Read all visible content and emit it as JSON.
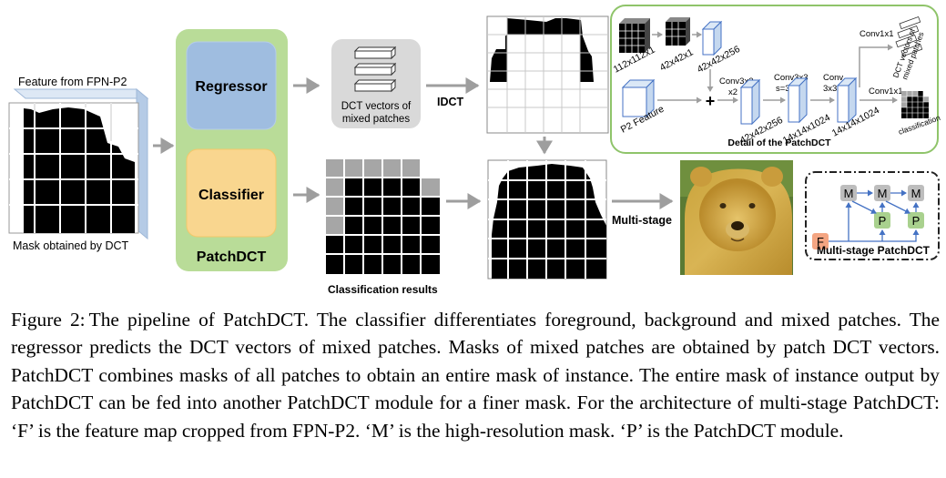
{
  "figure": {
    "feature_label": "Feature from FPN-P2",
    "mask_dct_label": "Mask obtained by DCT",
    "regressor_label": "Regressor",
    "classifier_label": "Classifier",
    "patchdct_label": "PatchDCT",
    "dct_vectors_label_1": "DCT vectors of",
    "dct_vectors_label_2": "mixed patches",
    "idct_label": "IDCT",
    "classification_results_label": "Classification results",
    "multistage_label": "Multi-stage",
    "multistage_patchdct_label": "Multi-stage PatchDCT",
    "node_m": "M",
    "node_p": "P",
    "node_f": "F",
    "detail": {
      "title": "Detail of the PatchDCT",
      "d1": "112x112x1",
      "d2": "42x42x1",
      "d3": "42x42x256",
      "p2_feature": "P2 Feature",
      "conv3x3_x2_a": "Conv3x3",
      "conv3x3_x2_b": "x2",
      "conv3x3_s3_a": "Conv3x3",
      "conv3x3_s3_b": "s=3",
      "conv3x3_c_a": "Conv",
      "conv3x3_c_b": "3x3",
      "d4": "42x42x256",
      "d5": "14x14x1024",
      "d6": "14x14x1024",
      "conv1x1_top": "Conv1x1",
      "conv1x1_bottom": "Conv1x1",
      "dct_vec_mixed_1": "DCT vectors of",
      "dct_vec_mixed_2": "mixed patches",
      "classification": "classification"
    },
    "colors": {
      "regressor": "#9fbde0",
      "classifier": "#f9d68f",
      "patchdct_panel": "#b9dc98",
      "detail_border": "#8fc46a",
      "arrow": "#9e9e9e",
      "node_m": "#bdbdbd",
      "node_p": "#a9d18e",
      "node_f": "#f4a582",
      "blue_edge": "#4472c4"
    }
  },
  "caption": {
    "label": "Figure 2:",
    "text": "The pipeline of PatchDCT. The classifier differentiates foreground, background and mixed patches. The regressor predicts the DCT vectors of mixed patches. Masks of mixed patches are obtained by patch DCT vectors. PatchDCT combines masks of all patches to obtain an entire mask of instance. The entire mask of instance output by PatchDCT can be fed into another PatchDCT module for a finer mask. For the architecture of multi-stage PatchDCT: ‘F’ is the feature map cropped from FPN-P2. ‘M’ is the high-resolution mask. ‘P’ is the PatchDCT module."
  }
}
